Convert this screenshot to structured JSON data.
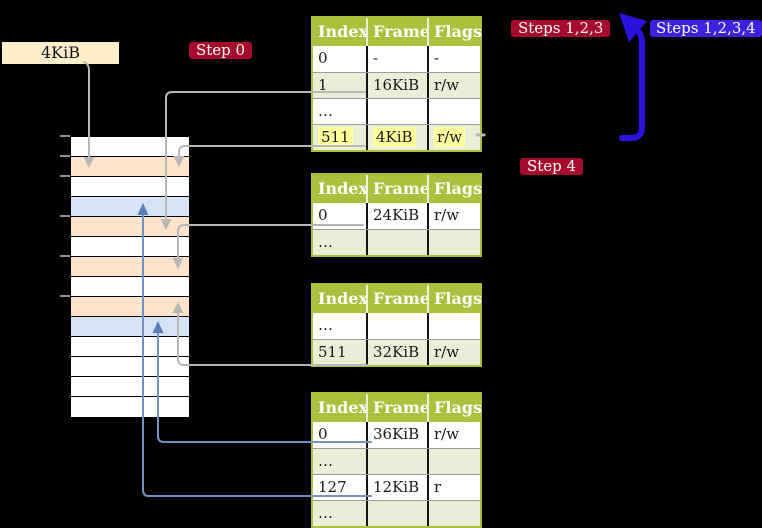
{
  "labels": {
    "size_label": "4KiB"
  },
  "badges": {
    "step0": "Step 0",
    "steps123": "Steps 1,2,3",
    "steps1234": "Steps 1,2,3,4",
    "step4": "Step 4"
  },
  "tables": [
    {
      "headers": [
        "Index",
        "Frame",
        "Flags"
      ],
      "rows": [
        {
          "cells": [
            "0",
            "-",
            "-"
          ]
        },
        {
          "cells": [
            "1",
            "16KiB",
            "r/w"
          ]
        },
        {
          "cells": [
            "…",
            "",
            ""
          ]
        },
        {
          "cells": [
            "511",
            "4KiB",
            "r/w"
          ],
          "highlighted": true
        }
      ]
    },
    {
      "headers": [
        "Index",
        "Frame",
        "Flags"
      ],
      "rows": [
        {
          "cells": [
            "0",
            "24KiB",
            "r/w"
          ]
        },
        {
          "cells": [
            "…",
            "",
            ""
          ]
        }
      ]
    },
    {
      "headers": [
        "Index",
        "Frame",
        "Flags"
      ],
      "rows": [
        {
          "cells": [
            "…",
            "",
            ""
          ]
        },
        {
          "cells": [
            "511",
            "32KiB",
            "r/w"
          ]
        }
      ]
    },
    {
      "headers": [
        "Index",
        "Frame",
        "Flags"
      ],
      "rows": [
        {
          "cells": [
            "0",
            "36KiB",
            "r/w"
          ]
        },
        {
          "cells": [
            "…",
            "",
            ""
          ]
        },
        {
          "cells": [
            "127",
            "12KiB",
            "r"
          ]
        },
        {
          "cells": [
            "…",
            "",
            ""
          ]
        }
      ]
    }
  ],
  "memory": {
    "rows": [
      {
        "kind": "empty"
      },
      {
        "kind": "page-table"
      },
      {
        "kind": "empty"
      },
      {
        "kind": "page"
      },
      {
        "kind": "page-table"
      },
      {
        "kind": "empty"
      },
      {
        "kind": "page-table"
      },
      {
        "kind": "empty"
      },
      {
        "kind": "page-table"
      },
      {
        "kind": "page"
      },
      {
        "kind": "empty"
      },
      {
        "kind": "empty"
      },
      {
        "kind": "empty"
      },
      {
        "kind": "empty"
      }
    ]
  },
  "palette": {
    "background": "#000000",
    "table_header_bg": "#a9c13d",
    "table_border": "#a9c13d",
    "table_row_alt_bg": "#e9eed6",
    "table_row_bg": "#ffffff",
    "highlight_bg": "#ffff9d",
    "memory_page_table_bg": "#fce3ca",
    "memory_page_bg": "#d5e3f6",
    "size_label_bg": "#fbeec9",
    "badge_red_bg": "#a60b2c",
    "badge_blue_bg": "#3c22df",
    "connector_gray": "#b7b7b7",
    "connector_steel_blue": "#7292c2",
    "big_arrow_blue": "#2a13dc",
    "tick_gray": "#8e8e8e"
  }
}
